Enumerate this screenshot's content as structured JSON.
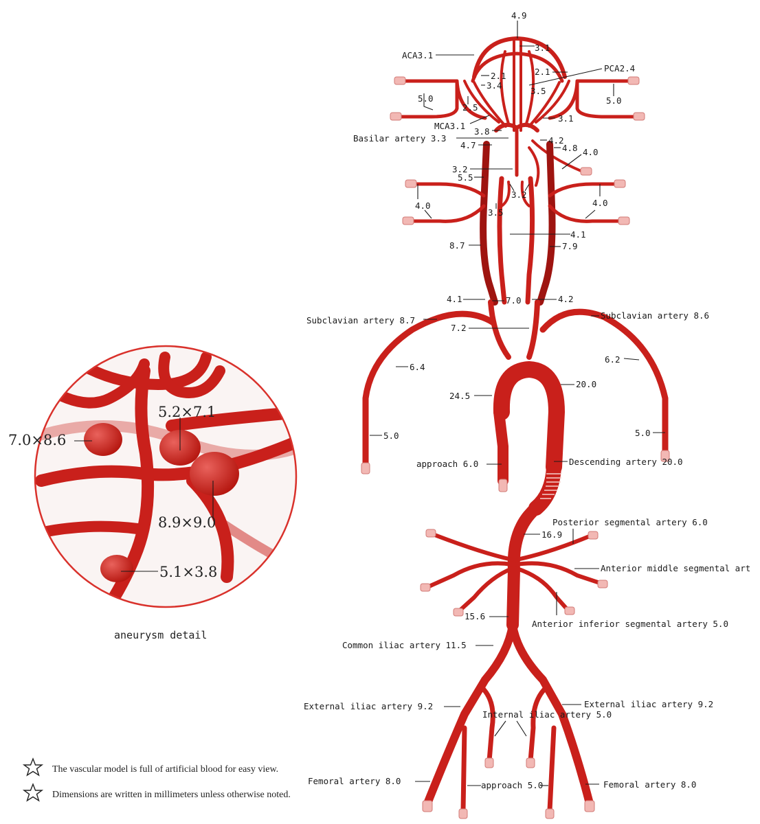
{
  "labels": {
    "l_4_9": "4.9",
    "l_aca": "ACA3.1",
    "l_3_1a": "3.1",
    "l_2_1a": "2.1",
    "l_3_4": "3.4",
    "l_2_1b": "2.1",
    "l_pca": "PCA2.4",
    "l_3_5a": "3.5",
    "l_5_0a": "5.0",
    "l_2_5": "2.5",
    "l_5_0b": "5.0",
    "l_3_1b": "3.1",
    "l_mca": "MCA3.1",
    "l_3_8": "3.8",
    "l_basilar": "Basilar artery 3.3",
    "l_4_2a": "4.2",
    "l_4_7": "4.7",
    "l_4_8": "4.8",
    "l_4_0a": "4.0",
    "l_3_2a": "3.2",
    "l_5_5": "5.5",
    "l_3_2b": "3.2",
    "l_4_0b": "4.0",
    "l_4_0c": "4.0",
    "l_3_5b": "3.5",
    "l_4_1a": "4.1",
    "l_8_7": "8.7",
    "l_7_9": "7.9",
    "l_4_1b": "4.1",
    "l_7_0": "7.0",
    "l_4_2b": "4.2",
    "l_subl": "Subclavian artery 8.7",
    "l_subr": "Subclavian artery 8.6",
    "l_7_2": "7.2",
    "l_6_4": "6.4",
    "l_6_2": "6.2",
    "l_20_0": "20.0",
    "l_24_5": "24.5",
    "l_5_0c": "5.0",
    "l_5_0d": "5.0",
    "l_approach1": "approach 6.0",
    "l_desc": "Descending artery 20.0",
    "l_post": "Posterior segmental artery 6.0",
    "l_16_9": "16.9",
    "l_antmid": "Anterior middle segmental art",
    "l_15_6": "15.6",
    "l_antinf": "Anterior inferior segmental artery  5.0",
    "l_common": "Common iliac artery 11.5",
    "l_extl": "External iliac artery 9.2",
    "l_extr": "External iliac artery 9.2",
    "l_internal": "Internal iliac artery 5.0",
    "l_feml": "Femoral artery  8.0",
    "l_approach2": "approach 5.0",
    "l_femr": "Femoral artery  8.0"
  },
  "aneurysm": {
    "caption": "aneurysm detail",
    "m1": "7.0×8.6",
    "m2": "5.2×7.1",
    "m3": "8.9×9.0",
    "m4": "5.1×3.8"
  },
  "notes": [
    "The vascular model is full of artificial blood for easy view.",
    "Dimensions are written in millimeters unless otherwise noted."
  ],
  "colors": {
    "vessel": "#c9201b",
    "vessel_dark": "#9e1410",
    "circle_border": "#d9312b"
  }
}
